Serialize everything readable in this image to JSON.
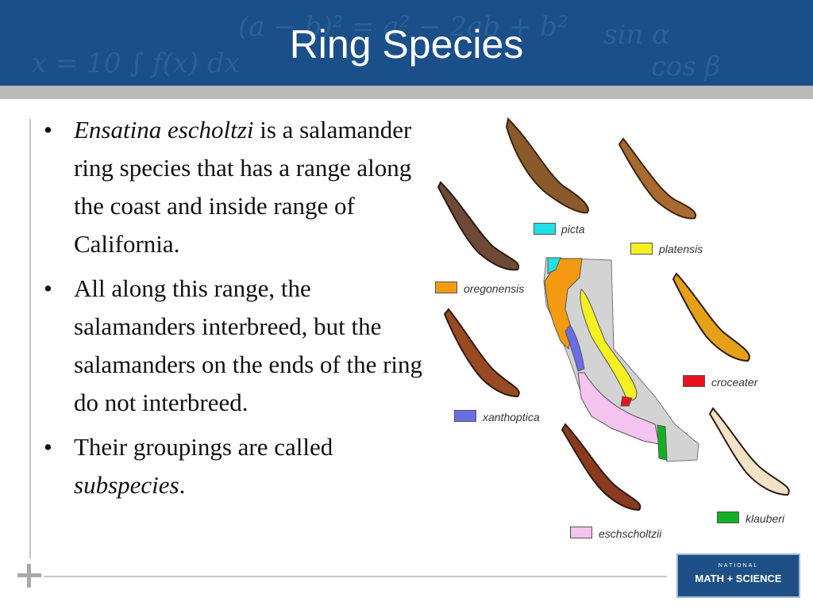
{
  "slide": {
    "title": "Ring Species",
    "bullet_1": {
      "italic": "Ensatina escholtzi",
      "rest": " is a salamander ring species that has a range along the coast and inside range of California."
    },
    "bullet_2": "All along this range, the salamanders interbreed, but the  salamanders on the ends of the ring do not interbreed.",
    "bullet_3": {
      "text": "Their groupings are called ",
      "italic": "subspecies",
      "end": "."
    }
  },
  "legend": [
    {
      "label": "picta",
      "color": "#22e0e8"
    },
    {
      "label": "platensis",
      "color": "#f5f020"
    },
    {
      "label": "oregonensis",
      "color": "#f39a12"
    },
    {
      "label": "croceater",
      "color": "#e8121e"
    },
    {
      "label": "xanthoptica",
      "color": "#6a6ee6"
    },
    {
      "label": "eschscholtzii",
      "color": "#f4c3ef"
    },
    {
      "label": "klauberi",
      "color": "#14b024"
    }
  ],
  "logo": {
    "small": "NATIONAL",
    "big": "MATH + SCIENCE"
  },
  "colors": {
    "header": "#1b4f8a",
    "stripe": "#b9b9b9",
    "map_land": "#d3d3d3"
  }
}
